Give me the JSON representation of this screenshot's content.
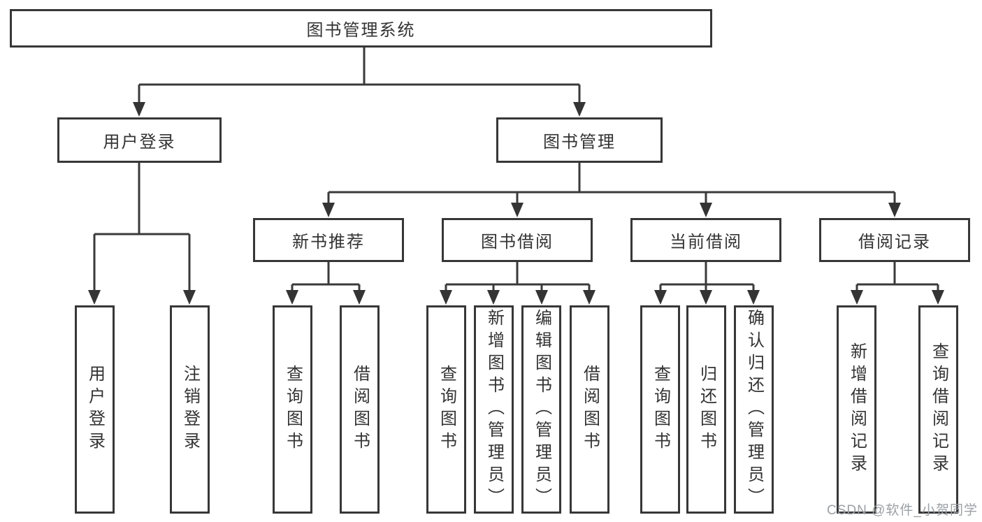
{
  "tree": {
    "root": {
      "label": "图书管理系统",
      "children": [
        {
          "label": "用户登录",
          "children": [
            {
              "label": "用户登录"
            },
            {
              "label": "注销登录"
            }
          ]
        },
        {
          "label": "图书管理",
          "children": [
            {
              "label": "新书推荐",
              "children": [
                {
                  "label": "查询图书"
                },
                {
                  "label": "借阅图书"
                }
              ]
            },
            {
              "label": "图书借阅",
              "children": [
                {
                  "label": "查询图书"
                },
                {
                  "label": "新增图书（管理员）"
                },
                {
                  "label": "编辑图书（管理员）"
                },
                {
                  "label": "借阅图书"
                }
              ]
            },
            {
              "label": "当前借阅",
              "children": [
                {
                  "label": "查询图书"
                },
                {
                  "label": "归还图书"
                },
                {
                  "label": "确认归还（管理员）"
                }
              ]
            },
            {
              "label": "借阅记录",
              "children": [
                {
                  "label": "新增借阅记录"
                },
                {
                  "label": "查询借阅记录"
                }
              ]
            }
          ]
        }
      ]
    }
  },
  "watermark": {
    "text": "CSDN @软件_小贺同学"
  },
  "colors": {
    "line": "#3a3a3a",
    "box_border": "#373737",
    "text": "#333333",
    "watermark": "#9aa0a6",
    "background": "#ffffff"
  }
}
